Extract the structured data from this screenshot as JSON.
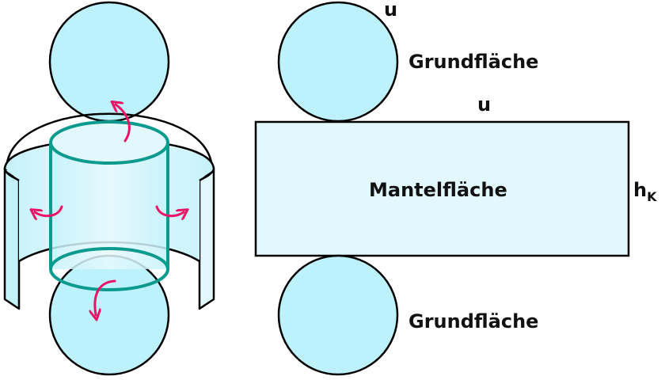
{
  "colors": {
    "face_fill": "#bdf2fc",
    "mantle_fill": "#e3f8fd",
    "outline": "#000000",
    "cylinder_edge": "#0d9a8e",
    "arrow": "#ea1466"
  },
  "figure_left": {
    "description": "Zylinder wird aufgeschnitten: Grundflächen klappen nach oben und unten, Mantel rollt sich ab"
  },
  "net": {
    "top_circle_label": "Grundfläche",
    "top_circle_u_label": "u",
    "rect_top_u_label": "u",
    "rect_label": "Mantelfläche",
    "height_label_main": "h",
    "height_label_sub": "K",
    "bottom_circle_label": "Grundfläche"
  }
}
